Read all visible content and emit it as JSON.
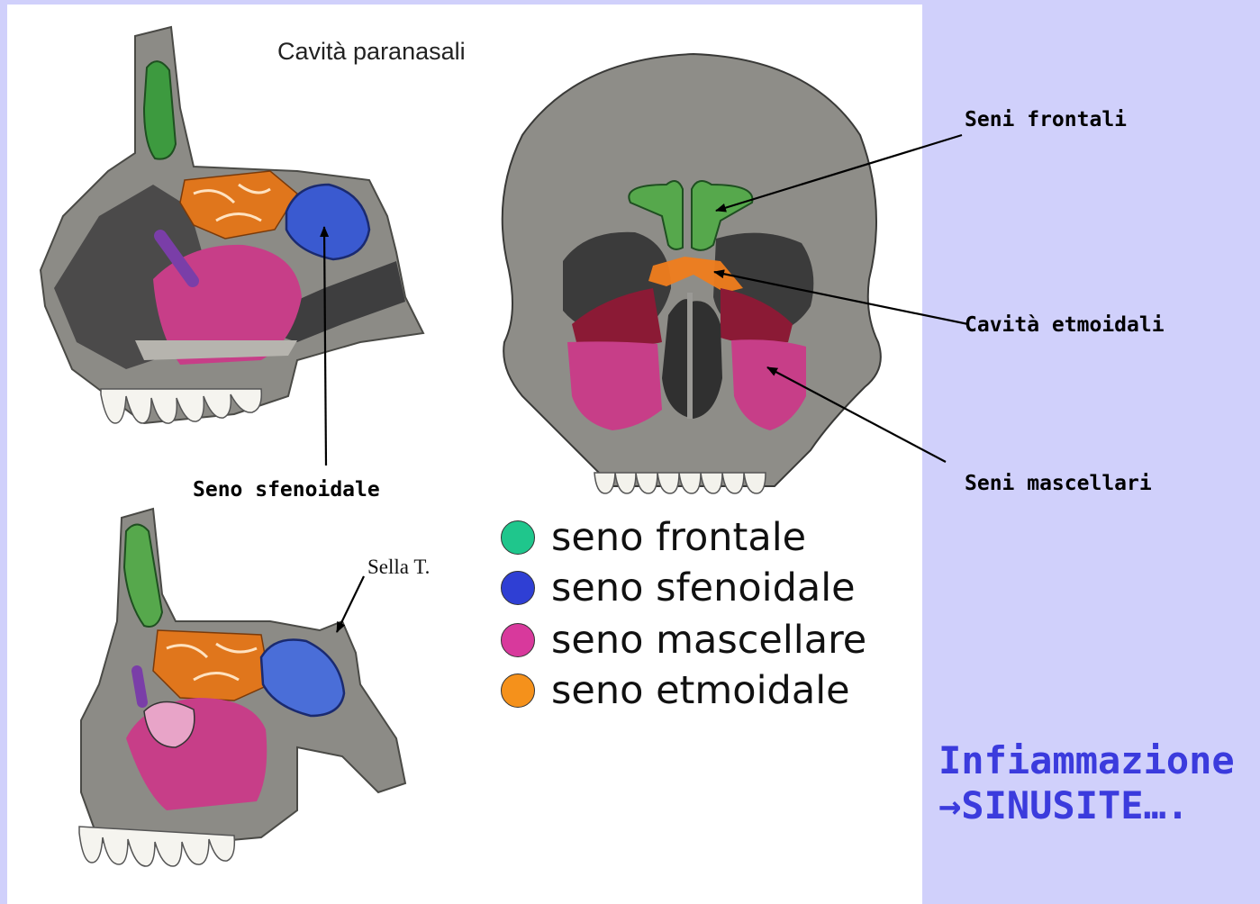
{
  "figure": {
    "title": "Cavità paranasali"
  },
  "labels": {
    "seni_frontali": "Seni frontali",
    "cavita_etmoidali": "Cavità etmoidali",
    "seni_mascellari": "Seni mascellari",
    "seno_sfenoidale": "Seno sfenoidale",
    "sella": "Sella T."
  },
  "legend": [
    {
      "label": "seno frontale",
      "color": "#1fc68c"
    },
    {
      "label": "seno sfenoidale",
      "color": "#2f3fd4"
    },
    {
      "label": "seno mascellare",
      "color": "#d8399c"
    },
    {
      "label": "seno etmoidale",
      "color": "#f5911b"
    }
  ],
  "conclusion": {
    "line1": "Infiammazione",
    "line2": "→SINUSITE…."
  },
  "colors": {
    "background": "#d0d0fb",
    "bone": "#8a8984",
    "frontal": "#59a25b",
    "sphenoid": "#3a5ad0",
    "maxillary": "#c73e88",
    "ethmoid": "#e0761c",
    "conclusion_text": "#3b3bdd"
  }
}
